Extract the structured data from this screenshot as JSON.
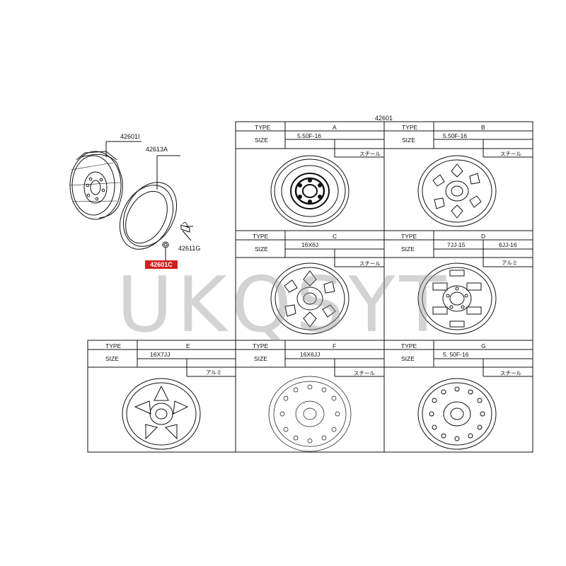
{
  "exploded": {
    "part_wheel": "42601I",
    "part_tire": "42613A",
    "part_bolt": "42611G",
    "part_highlight": "42601C"
  },
  "grid_title": "42601",
  "labels": {
    "type": "TYPE",
    "size": "SIZE"
  },
  "panels": [
    {
      "letter": "A",
      "size": "5.50F-16",
      "size2": "",
      "material": "スチール",
      "material2": ""
    },
    {
      "letter": "B",
      "size": "5.50F-16",
      "size2": "",
      "material": "スチール",
      "material2": ""
    },
    {
      "letter": "C",
      "size": "16X6J",
      "size2": "",
      "material": "スチール",
      "material2": ""
    },
    {
      "letter": "D",
      "size": "7JJ-15",
      "size2": "6JJ-16",
      "material": "",
      "material2": "アルミ"
    },
    {
      "letter": "E",
      "size": "16X7JJ",
      "size2": "",
      "material": "アルミ",
      "material2": ""
    },
    {
      "letter": "F",
      "size": "16X6JJ",
      "size2": "",
      "material": "スチール",
      "material2": ""
    },
    {
      "letter": "G",
      "size": "5. 50F-16",
      "size2": "",
      "material": "スチール",
      "material2": ""
    }
  ],
  "watermark": "UKQSYT",
  "colors": {
    "highlight": "#d21f1f",
    "line": "#111111",
    "watermark": "#969696"
  }
}
